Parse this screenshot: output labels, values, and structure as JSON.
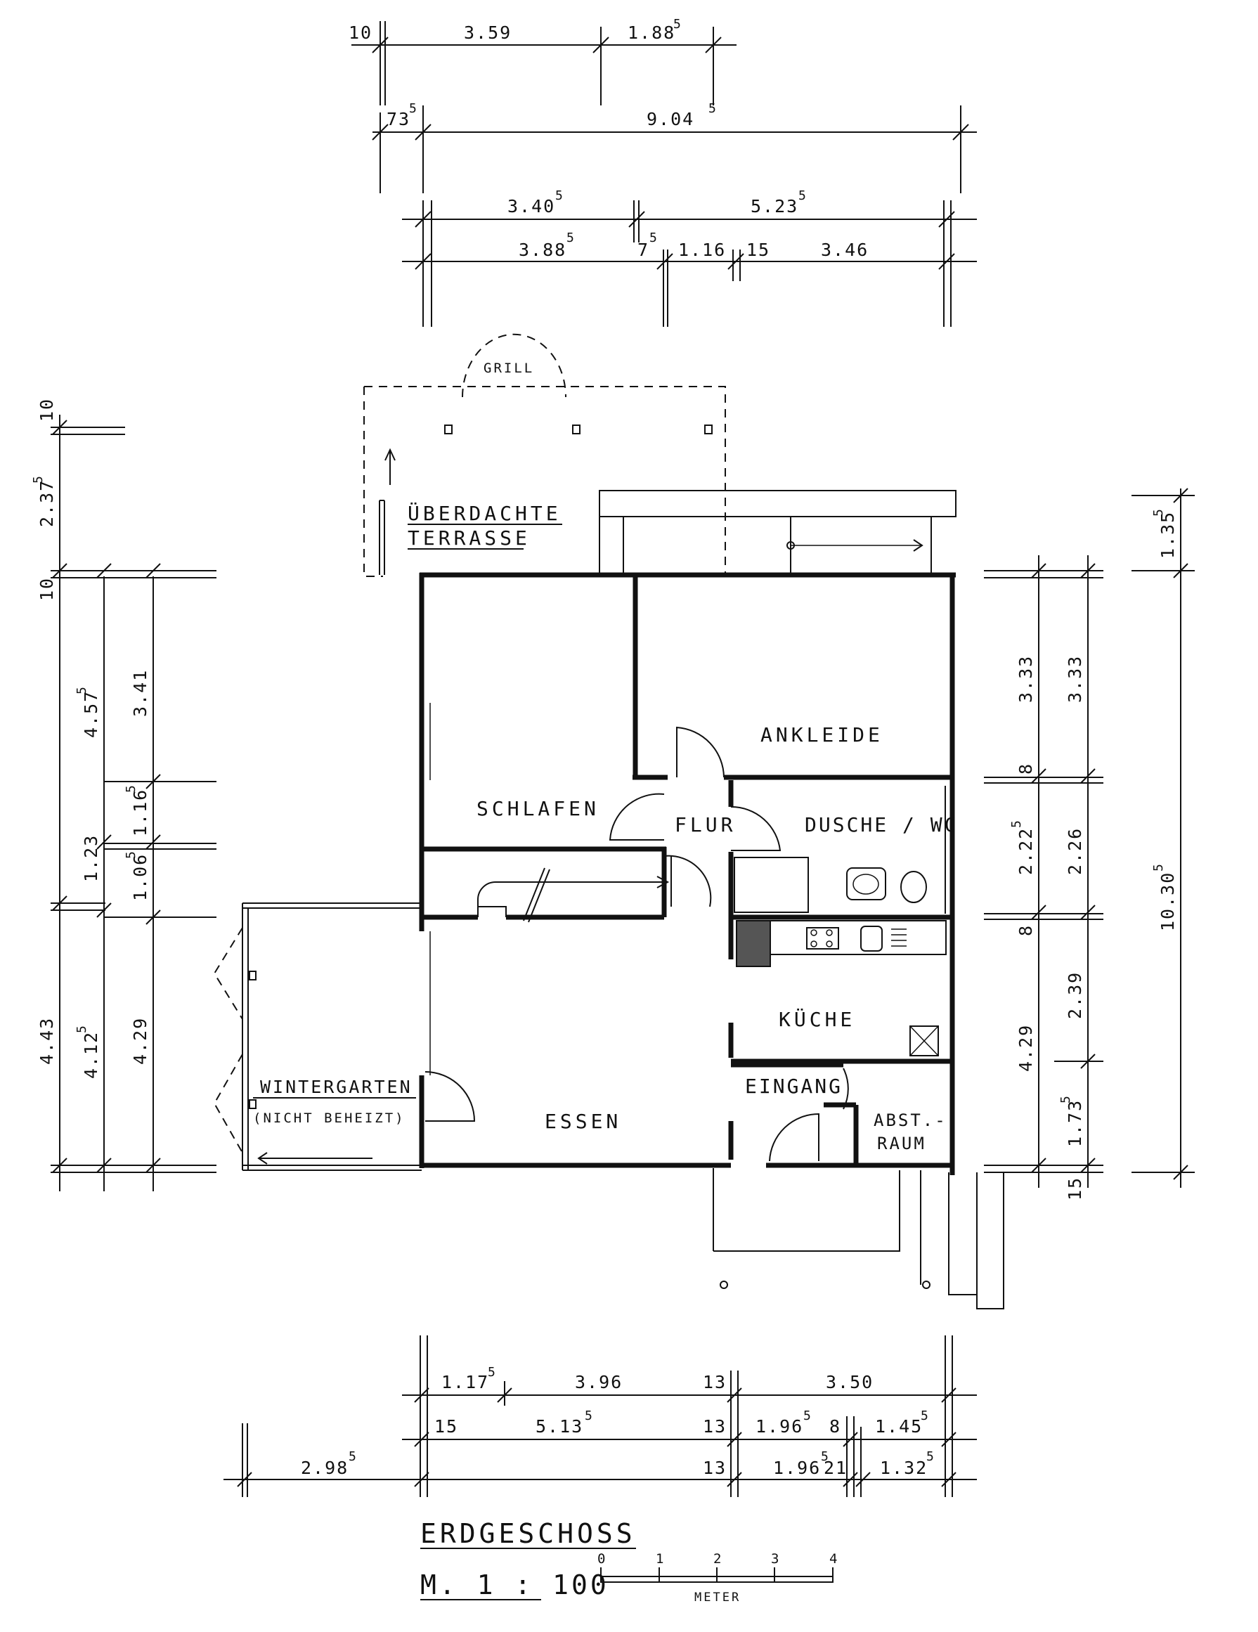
{
  "rooms": {
    "grill": "GRILL",
    "terrace_1": "ÜBERDACHTE",
    "terrace_2": "TERRASSE",
    "ankleide": "ANKLEIDE",
    "schlafen": "SCHLAFEN",
    "flur": "FLUR",
    "dusche": "DUSCHE / WC",
    "kueche": "KÜCHE",
    "eingang": "EINGANG",
    "abst_1": "ABST.-",
    "abst_2": "RAUM",
    "essen": "ESSEN",
    "wintergarten": "WINTERGARTEN",
    "nicht_beheizt": "(NICHT BEHEIZT)"
  },
  "title": {
    "name": "ERDGESCHOSS",
    "scale": "M. 1 : 100",
    "scalebar_ticks": [
      "0",
      "1",
      "2",
      "3",
      "4"
    ],
    "scalebar_unit": "METER"
  },
  "dims_top": {
    "r1": [
      "10",
      "3.59",
      "1.88"
    ],
    "r1_sup": [
      "5"
    ],
    "r2": [
      "73",
      "9.04"
    ],
    "r2_sup": [
      "5",
      "5"
    ],
    "r3": [
      "3.40",
      "5.23"
    ],
    "r3_sup": [
      "5",
      "5"
    ],
    "r4": [
      "3.88",
      "7",
      "1.16",
      "15",
      "3.46"
    ],
    "r4_sup": [
      "5",
      "5"
    ]
  },
  "dims_left": {
    "c1": [
      "10",
      "2.37",
      "10",
      "4.43"
    ],
    "c1_sup": [
      "5"
    ],
    "c2": [
      "4.57",
      "1.23",
      "4.12"
    ],
    "c2_sup": [
      "5",
      "5"
    ],
    "c3": [
      "3.41",
      "1.16",
      "1.06",
      "4.29"
    ],
    "c3_sup": [
      "5",
      "5"
    ]
  },
  "dims_right": {
    "c1": [
      "3.33",
      "8",
      "2.22",
      "8",
      "4.29"
    ],
    "c1_sup": [
      "5"
    ],
    "c2": [
      "3.33",
      "2.26",
      "2.39",
      "1.73",
      "15"
    ],
    "c2_sup": [
      "5"
    ],
    "c3": [
      "1.35",
      "10.30"
    ],
    "c3_sup": [
      "5",
      "5"
    ]
  },
  "dims_bottom": {
    "r1": [
      "1.17",
      "3.96",
      "13",
      "3.50"
    ],
    "r1_sup": [
      "5"
    ],
    "r2": [
      "15",
      "5.13",
      "13",
      "1.96",
      "8",
      "1.45"
    ],
    "r2_sup": [
      "5",
      "5",
      "5"
    ],
    "r3": [
      "13",
      "1.96",
      "21",
      "1.32"
    ],
    "r3_sup": [
      "5",
      "5"
    ],
    "r4": [
      "2.98"
    ],
    "r4_sup": [
      "5"
    ]
  }
}
